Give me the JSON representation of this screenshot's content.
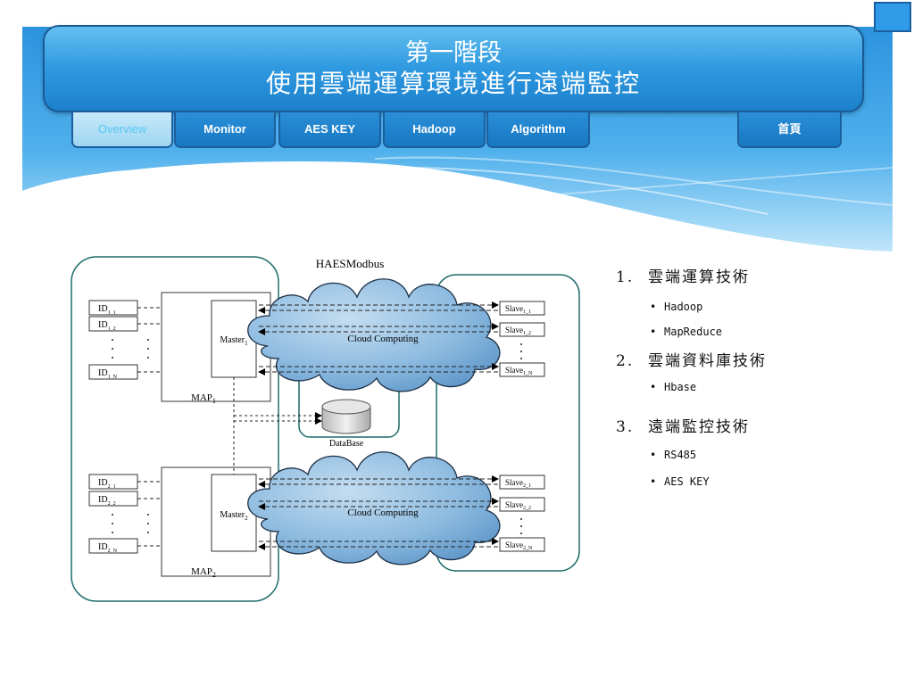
{
  "header": {
    "title_line1": "第一階段",
    "title_line2": "使用雲端運算環境進行遠端監控"
  },
  "nav": {
    "tabs": [
      {
        "label": "Overview",
        "active": true
      },
      {
        "label": "Monitor",
        "active": false
      },
      {
        "label": "AES KEY",
        "active": false
      },
      {
        "label": "Hadoop",
        "active": false
      },
      {
        "label": "Algorithm",
        "active": false
      }
    ],
    "home_label": "首頁"
  },
  "colors": {
    "accent_blue": "#2e99e0",
    "teal_border": "#1f6b6b",
    "cloud_fill": "#7fb2d8"
  },
  "diagram": {
    "title": "HAESModbus",
    "map1": {
      "label": "MAP",
      "sub": "1",
      "master": "Master",
      "master_sub": "1",
      "ids": [
        {
          "base": "ID",
          "sub": "1_1"
        },
        {
          "base": "ID",
          "sub": "1_2"
        },
        {
          "base": "ID",
          "sub": "1_N"
        }
      ]
    },
    "map2": {
      "label": "MAP",
      "sub": "2",
      "master": "Master",
      "master_sub": "2",
      "ids": [
        {
          "base": "ID",
          "sub": "2_1"
        },
        {
          "base": "ID",
          "sub": "2_2"
        },
        {
          "base": "ID",
          "sub": "2_N"
        }
      ]
    },
    "cloud_label": "Cloud Computing",
    "database_label": "DataBase",
    "slaves1": [
      {
        "base": "Slave",
        "sub": "1_1"
      },
      {
        "base": "Slave",
        "sub": "1_2"
      },
      {
        "base": "Slave",
        "sub": "1_N"
      }
    ],
    "slaves2": [
      {
        "base": "Slave",
        "sub": "2_1"
      },
      {
        "base": "Slave",
        "sub": "2_2"
      },
      {
        "base": "Slave",
        "sub": "2_N"
      }
    ]
  },
  "topics": [
    {
      "num": "1.",
      "title": "雲端運算技術",
      "items": [
        "Hadoop",
        "MapReduce"
      ]
    },
    {
      "num": "2.",
      "title": "雲端資料庫技術",
      "items": [
        "Hbase"
      ]
    },
    {
      "num": "3.",
      "title": "遠端監控技術",
      "items": [
        "RS485",
        "AES KEY"
      ]
    }
  ]
}
